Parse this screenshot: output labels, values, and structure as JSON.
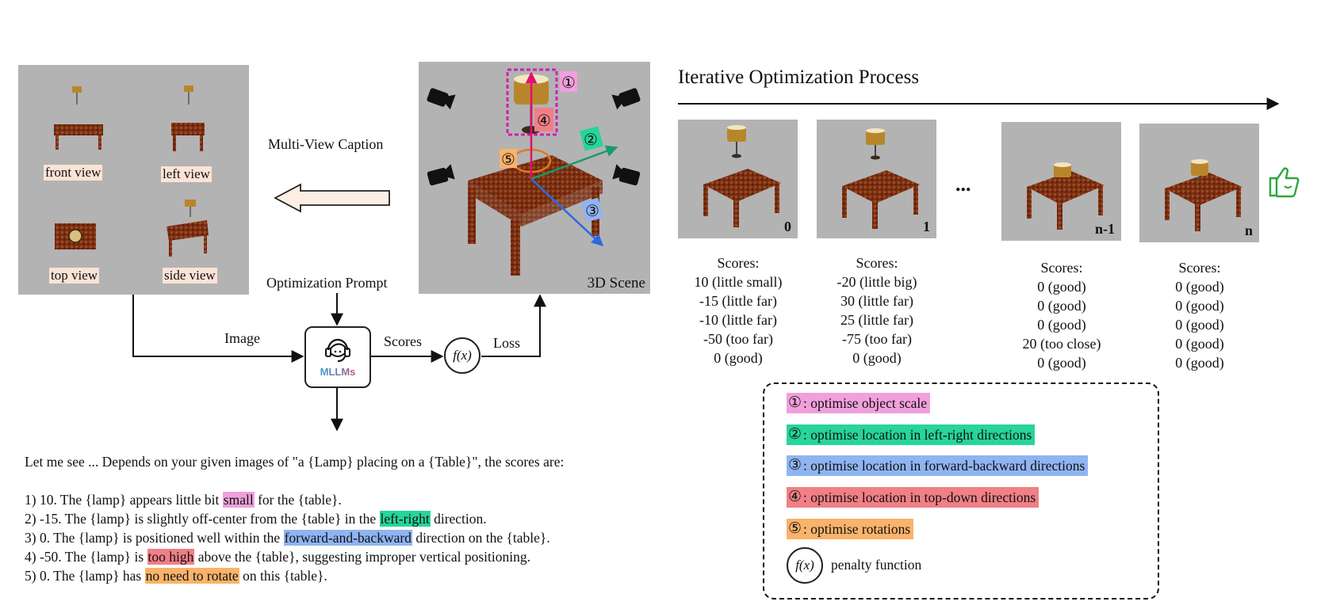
{
  "multiview": {
    "captions": [
      "front view",
      "left view",
      "top view",
      "side view"
    ]
  },
  "labels": {
    "multi_view_caption": "Multi-View Caption",
    "optimization_prompt": "Optimization Prompt",
    "image": "Image",
    "scores": "Scores",
    "loss": "Loss",
    "scene": "3D Scene",
    "mllm": "MLLMs",
    "fx": "f(x)",
    "markers": [
      "①",
      "②",
      "③",
      "④",
      "⑤"
    ]
  },
  "iterative": {
    "title": "Iterative Optimization Process",
    "ellipsis": "...",
    "frames": [
      {
        "num": "0",
        "scores": [
          "Scores:",
          "10 (little small)",
          "-15 (little far)",
          "-10 (little far)",
          "-50 (too far)",
          "0 (good)"
        ]
      },
      {
        "num": "1",
        "scores": [
          "Scores:",
          "-20 (little big)",
          "30 (little far)",
          "25 (little far)",
          "-75 (too far)",
          "0 (good)"
        ]
      },
      {
        "num": "n-1",
        "scores": [
          "Scores:",
          "0 (good)",
          "0 (good)",
          "0 (good)",
          "20 (too close)",
          "0 (good)"
        ]
      },
      {
        "num": "n",
        "scores": [
          "Scores:",
          "0 (good)",
          "0 (good)",
          "0 (good)",
          "0 (good)",
          "0 (good)"
        ]
      }
    ]
  },
  "response": {
    "intro": "Let me see ... Depends on your given images of \"a {Lamp} placing on a {Table}\", the scores are:",
    "lines": [
      {
        "pre": "1) 10. The {lamp} appears little bit ",
        "hl": "small",
        "post": " for the {table}.",
        "color": "#f0a0dc"
      },
      {
        "pre": "2) -15.  The {lamp} is slightly off-center from the {table} in the ",
        "hl": "left-right",
        "post": " direction.",
        "color": "#27d49a"
      },
      {
        "pre": "3) 0. The {lamp} is positioned well within the ",
        "hl": "forward-and-backward",
        "post": " direction on the {table}.",
        "color": "#8fb4f2"
      },
      {
        "pre": "4) -50.  The {lamp} is ",
        "hl": "too high",
        "post": " above the {table}, suggesting improper vertical positioning.",
        "color": "#f07f86"
      },
      {
        "pre": "5) 0. The {lamp} has ",
        "hl": "no need to rotate",
        "post": " on this {table}.",
        "color": "#f9b36a"
      }
    ]
  },
  "legend": {
    "items": [
      {
        "num": "①",
        "text": ": optimise object scale",
        "color": "#f0a0dc"
      },
      {
        "num": "②",
        "text": ": optimise location in left-right directions",
        "color": "#27d49a"
      },
      {
        "num": "③",
        "text": ": optimise location in forward-backward directions",
        "color": "#8fb4f2"
      },
      {
        "num": "④",
        "text": ": optimise location in top-down directions",
        "color": "#f07f86"
      },
      {
        "num": "⑤",
        "text": ": optimise rotations",
        "color": "#f9b36a"
      }
    ],
    "fx_label": "f(x)",
    "penalty": "penalty function"
  },
  "colors": {
    "panel_gray": "#b3b3b3",
    "table_brown": "#7a2e12",
    "lamp_gold": "#b8862a",
    "arrow_magenta": "#e0106a",
    "arrow_green": "#1a9a6a",
    "arrow_blue": "#2a6ae0",
    "thumbs_green": "#2aa83a"
  },
  "icons": [
    "camera-icon",
    "support-agent-icon",
    "thumbs-up-icon",
    "lamp-icon",
    "table-icon"
  ]
}
